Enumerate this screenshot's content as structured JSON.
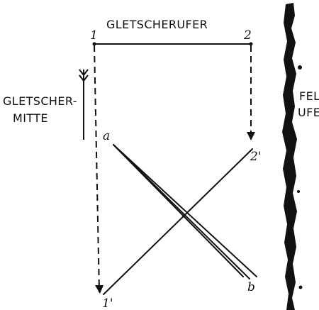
{
  "labels": {
    "glacier_bank": "GLETSCHERUFER",
    "glacier_center_line1": "GLETSCHER-",
    "glacier_center_line2": "MITTE",
    "rock_bank_line1": "FELS-",
    "rock_bank_line2": "UFER"
  },
  "points": {
    "p1": "1",
    "p2": "2",
    "p1_prime": "1'",
    "p2_prime": "2'",
    "a": "a",
    "b": "b"
  }
}
